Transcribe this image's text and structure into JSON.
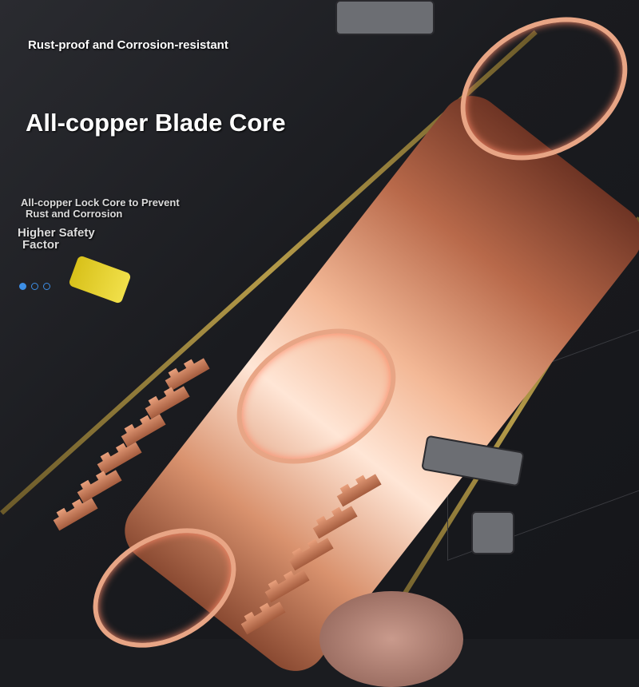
{
  "tagline": "Rust-proof and Corrosion-resistant",
  "headline": "All-copper Blade Core",
  "feature_1": {
    "line1": "All-copper Lock Core to Prevent",
    "line2": "Rust and Corrosion"
  },
  "feature_2": {
    "line1": "Higher Safety",
    "line2": "Factor"
  },
  "carousel": {
    "count": 3,
    "active_index": 0,
    "accent": "#3d8fe6"
  }
}
